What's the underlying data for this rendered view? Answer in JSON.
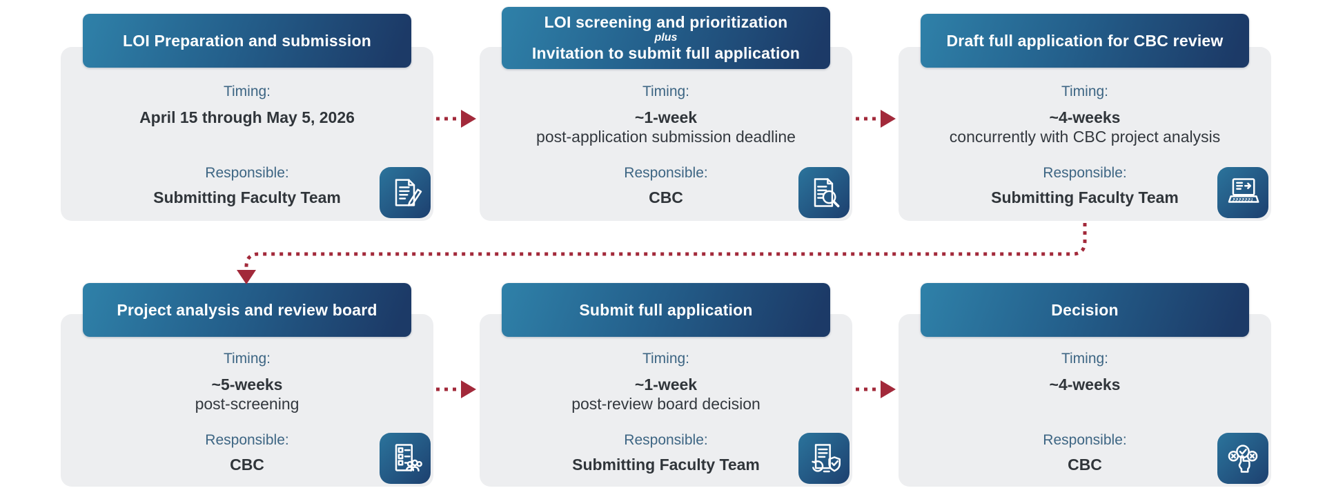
{
  "labels": {
    "timing": "Timing:",
    "responsible": "Responsible:"
  },
  "colors": {
    "header_gradient_start": "#2F81A9",
    "header_gradient_end": "#1C3A67",
    "card_body_background": "#EDEEF0",
    "label_blue": "#3D6583",
    "text_dark": "#30353A",
    "arrow_red": "#A2293A",
    "page_background": "#FFFFFF"
  },
  "cards": [
    {
      "title_line1": "LOI Preparation and submission",
      "timing_value": "April 15 through May 5, 2026",
      "timing_note": "",
      "responsible": "Submitting Faculty Team",
      "icon": "document-pencil-icon"
    },
    {
      "title_line1": "LOI screening and prioritization",
      "title_line2": "plus",
      "title_line3": "Invitation to submit full application",
      "timing_value": "~1-week",
      "timing_note": "post-application submission deadline",
      "responsible": "CBC",
      "icon": "document-magnifier-icon"
    },
    {
      "title_line1": "Draft full application for CBC review",
      "timing_value": "~4-weeks",
      "timing_note": "concurrently with CBC project analysis",
      "responsible": "Submitting Faculty Team",
      "icon": "laptop-document-icon"
    },
    {
      "title_line1": "Project analysis and review board",
      "timing_value": "~5-weeks",
      "timing_note": "post-screening",
      "responsible": "CBC",
      "icon": "checklist-people-icon"
    },
    {
      "title_line1": "Submit full application",
      "timing_value": "~1-week",
      "timing_note": "post-review board decision",
      "responsible": "Submitting Faculty Team",
      "icon": "document-shield-check-icon"
    },
    {
      "title_line1": "Decision",
      "timing_value": "~4-weeks",
      "timing_note": "",
      "responsible": "CBC",
      "icon": "decision-hand-icon"
    }
  ],
  "flow": [
    "LOI Preparation and submission -> LOI screening and prioritization",
    "LOI screening and prioritization -> Draft full application for CBC review",
    "Draft full application for CBC review -> Project analysis and review board",
    "Project analysis and review board -> Submit full application",
    "Submit full application -> Decision"
  ]
}
